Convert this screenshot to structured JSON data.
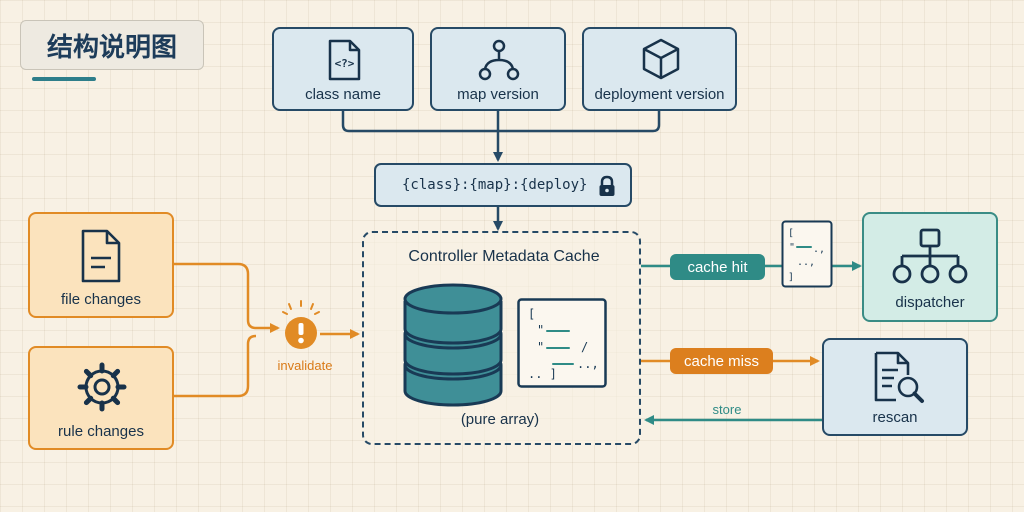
{
  "title": "结构说明图",
  "inputs": {
    "class_name": "class name",
    "map_version": "map version",
    "deployment_version": "deployment version"
  },
  "cache_key": "{class}:{map}:{deploy}",
  "triggers": {
    "file_changes": "file changes",
    "rule_changes": "rule changes",
    "invalidate": "invalidate"
  },
  "cache": {
    "title": "Controller Metadata Cache",
    "subtitle": "(pure array)"
  },
  "paths": {
    "cache_hit": "cache hit",
    "cache_miss": "cache miss",
    "store": "store"
  },
  "outputs": {
    "dispatcher": "dispatcher",
    "rescan": "rescan"
  },
  "colors": {
    "navy": "#264a66",
    "orange": "#e18b25",
    "teal": "#2f8b86",
    "box_blue": "#dbe8ef",
    "box_orange": "#fbe3bd",
    "box_green": "#d3ece6"
  },
  "icons": [
    "code-file-icon",
    "branch-icon",
    "cube-icon",
    "lock-icon",
    "document-icon",
    "gear-icon",
    "alert-icon",
    "database-icon",
    "array-icon",
    "hierarchy-icon",
    "search-document-icon"
  ]
}
